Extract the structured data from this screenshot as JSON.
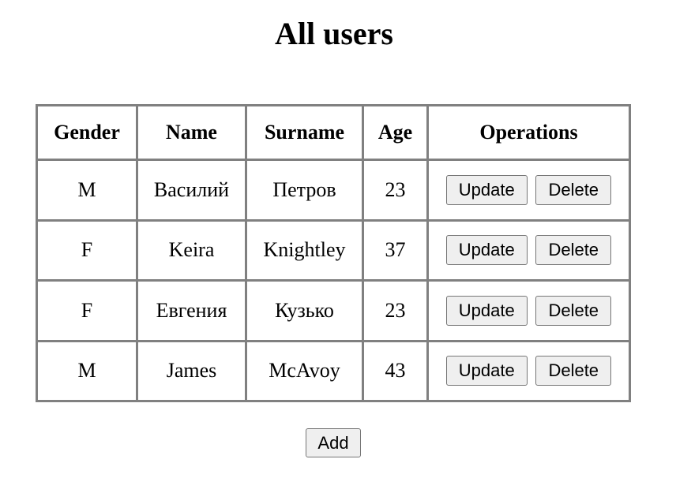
{
  "page": {
    "title": "All users"
  },
  "table": {
    "headers": [
      "Gender",
      "Name",
      "Surname",
      "Age",
      "Operations"
    ],
    "rows": [
      {
        "gender": "M",
        "name": "Василий",
        "surname": "Петров",
        "age": "23"
      },
      {
        "gender": "F",
        "name": "Keira",
        "surname": "Knightley",
        "age": "37"
      },
      {
        "gender": "F",
        "name": "Евгения",
        "surname": "Кузько",
        "age": "23"
      },
      {
        "gender": "M",
        "name": "James",
        "surname": "McAvoy",
        "age": "43"
      }
    ],
    "update_label": "Update",
    "delete_label": "Delete"
  },
  "actions": {
    "add_label": "Add"
  }
}
